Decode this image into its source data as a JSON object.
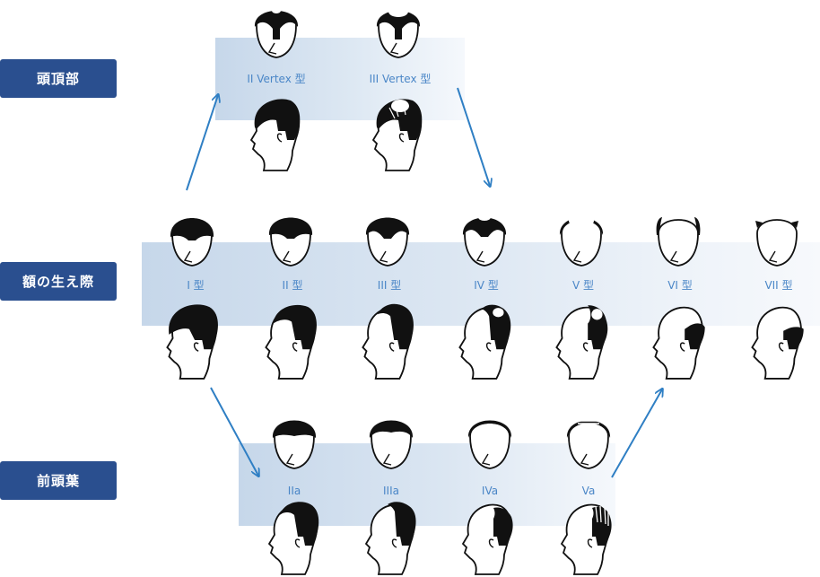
{
  "categories": {
    "vertex": "頭頂部",
    "hairline": "額の生え際",
    "frontal": "前頭葉"
  },
  "vertex_row": [
    "II Vertex 型",
    "III Vertex 型"
  ],
  "main_row": [
    "I 型",
    "II 型",
    "III 型",
    "IV 型",
    "V 型",
    "VI 型",
    "VII 型"
  ],
  "frontal_row": [
    "IIa",
    "IIIa",
    "IVa",
    "Va"
  ],
  "colors": {
    "tag_bg": "#2a4f8f",
    "band": "#c9d9ea",
    "label": "#4a86c7",
    "arrow": "#2f7fc4"
  }
}
